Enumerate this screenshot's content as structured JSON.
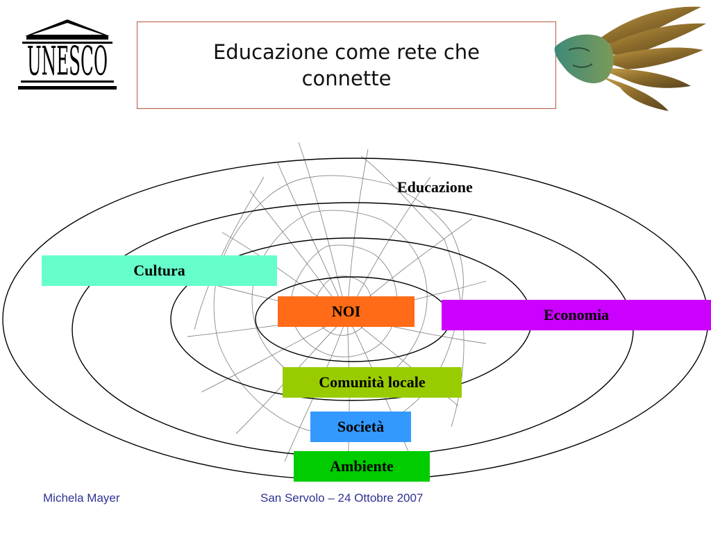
{
  "header": {
    "title": "Educazione come rete che connette",
    "logo_text": "UNESCO",
    "logo_icon": "temple-icon",
    "decorative_art": "bronze-mask-art"
  },
  "diagram": {
    "outer_caption": "Educazione",
    "labels": {
      "noi": "NOI",
      "cultura": "Cultura",
      "economia": "Economia",
      "comunita": "Comunità locale",
      "societa": "Società",
      "ambiente": "Ambiente"
    },
    "colors": {
      "noi": "#ff6b16",
      "cultura": "#66ffcc",
      "economia": "#cc00ff",
      "comunita": "#99cc00",
      "societa": "#3399ff",
      "ambiente": "#00cc00"
    }
  },
  "footer": {
    "author": "Michela Mayer",
    "event": "San Servolo – 24 Ottobre 2007"
  }
}
